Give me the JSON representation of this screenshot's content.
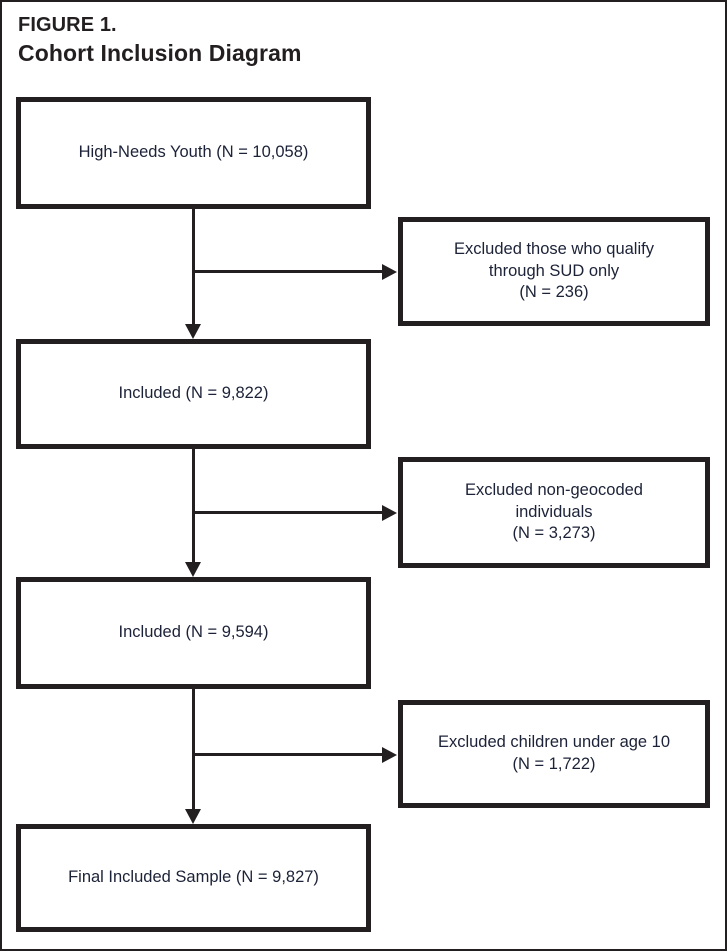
{
  "figure": {
    "label": "FIGURE 1.",
    "title": "Cohort Inclusion Diagram"
  },
  "colors": {
    "border": "#231f20",
    "text": "#1c2237",
    "background": "#ffffff"
  },
  "chart_data": {
    "type": "diagram",
    "title": "Cohort Inclusion Diagram",
    "flow": "top-to-bottom cohort attrition flowchart with side exclusion boxes",
    "nodes": [
      {
        "id": "n1",
        "kind": "included",
        "label": "High-Needs Youth (N = 10,058)",
        "n": 10058
      },
      {
        "id": "x1",
        "kind": "excluded",
        "label": "Excluded those who qualify\nthrough SUD only\n(N = 236)",
        "n": 236
      },
      {
        "id": "n2",
        "kind": "included",
        "label": "Included (N = 9,822)",
        "n": 9822
      },
      {
        "id": "x2",
        "kind": "excluded",
        "label": "Excluded non-geocoded\nindividuals\n(N = 3,273)",
        "n": 3273
      },
      {
        "id": "n3",
        "kind": "included",
        "label": "Included (N = 9,594)",
        "n": 9594
      },
      {
        "id": "x3",
        "kind": "excluded",
        "label": "Excluded children under age 10\n(N = 1,722)",
        "n": 1722
      },
      {
        "id": "n4",
        "kind": "included",
        "label": "Final Included Sample (N = 9,827)",
        "n": 9827
      }
    ],
    "edges": [
      {
        "from": "n1",
        "to": "n2",
        "direction": "down"
      },
      {
        "from": "n1",
        "to": "x1",
        "direction": "right"
      },
      {
        "from": "n2",
        "to": "n3",
        "direction": "down"
      },
      {
        "from": "n2",
        "to": "x2",
        "direction": "right"
      },
      {
        "from": "n3",
        "to": "n4",
        "direction": "down"
      },
      {
        "from": "n3",
        "to": "x3",
        "direction": "right"
      }
    ]
  }
}
